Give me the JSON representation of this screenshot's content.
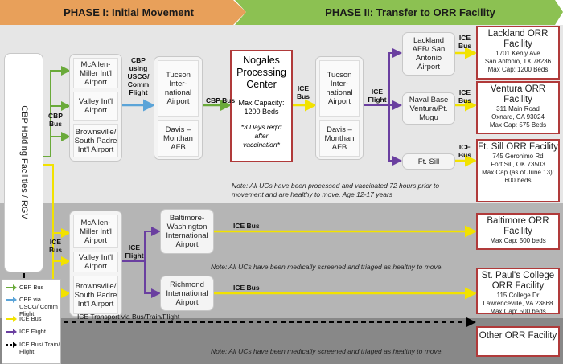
{
  "phases": {
    "phase1": "PHASE I: Initial Movement",
    "phase2": "PHASE II: Transfer to ORR Facility"
  },
  "cbp_holding": "CBP Holding Facilities / RGV",
  "phase1_airports_top": [
    "McAllen-Miller Int'l Airport",
    "Valley Int'l Airport",
    "Brownsville/ South Padre Int'l Airport"
  ],
  "phase1_airports_bottom": [
    "McAllen-Miller Int'l Airport",
    "Valley Int'l Airport",
    "Brownsville/ South Padre Int'l Airport"
  ],
  "tucson_stack": [
    "Tucson Inter-national Airport",
    "Davis – Monthan AFB"
  ],
  "nogales": {
    "title": "Nogales Processing Center",
    "capacity": "Max Capacity: 1200 Beds",
    "note": "*3 Days req'd after vaccination*"
  },
  "tucson_stack2": [
    "Tucson Inter-national Airport",
    "Davis – Monthan AFB"
  ],
  "phase2_sites": [
    "Lackland AFB/ San Antonio Airport",
    "Naval Base Ventura/Pt. Mugu",
    "Ft. Sill"
  ],
  "orr": [
    {
      "title": "Lackland ORR Facility",
      "lines": [
        "1701 Kenly Ave",
        "San Antonio, TX 78236",
        "Max Cap: 1200 Beds"
      ]
    },
    {
      "title": "Ventura ORR Facility",
      "lines": [
        "311 Main Road",
        "Oxnard, CA 93024",
        "Max Cap: 575 Beds"
      ]
    },
    {
      "title": "Ft. Sill ORR Facility",
      "lines": [
        "745 Geronimo Rd",
        "Fort Sill, OK 73503",
        "Max Cap (as of June 13):",
        "600 beds"
      ]
    },
    {
      "title": "Baltimore ORR Facility",
      "lines": [
        "Max Cap: 500 beds"
      ]
    },
    {
      "title": "St. Paul's College ORR Facility",
      "lines": [
        "115 College Dr",
        "Lawrenceville, VA 23868",
        "Max Cap: 500 beds"
      ]
    },
    {
      "title": "Other ORR Facility",
      "lines": []
    }
  ],
  "east_airports": [
    "Baltimore-Washington International Airport",
    "Richmond International Airport"
  ],
  "labels": {
    "cbp_bus_1": "CBP Bus",
    "cbp_usscg": "CBP using USCG/ Comm Flight",
    "cbp_bus_2": "CBP Bus",
    "ice_bus_1": "ICE Bus",
    "ice_flight_1": "ICE Flight",
    "ice_bus_lackland": "ICE Bus",
    "ice_bus_ventura": "ICE Bus",
    "ice_bus_ftsill": "ICE Bus",
    "ice_bus_left": "ICE Bus",
    "ice_flight_2": "ICE Flight",
    "ice_bus_balt": "ICE Bus",
    "ice_bus_rich": "ICE Bus",
    "ice_transport": "ICE Transport via Bus/Train/Flight"
  },
  "notes": {
    "note1": "Note: All UCs have been processed and vaccinated 72 hours prior to movement and are healthy to move. Age 12-17 years",
    "note2": "Note: All UCs have been medically screened and triaged as healthy to move.",
    "note3": "Note: All UCs have been medically screened and triaged as healthy to move."
  },
  "legend": [
    {
      "label": "CBP Bus",
      "color": "#6aaa3a",
      "dashed": false
    },
    {
      "label": "CBP via USCG/ Comm Flight",
      "color": "#5ba4d8",
      "dashed": false
    },
    {
      "label": "ICE Bus",
      "color": "#f2e200",
      "dashed": false
    },
    {
      "label": "ICE Flight",
      "color": "#6a3fa0",
      "dashed": false
    },
    {
      "label": "ICE Bus/ Train/ Flight",
      "color": "#000000",
      "dashed": true
    }
  ],
  "colors": {
    "cbp_bus": "#6aaa3a",
    "cbp_flight": "#5ba4d8",
    "ice_bus": "#f2e200",
    "ice_flight": "#6a3fa0",
    "orr_border": "#b03a3a",
    "phase1": "#e8a05a",
    "phase2": "#8cc152"
  }
}
